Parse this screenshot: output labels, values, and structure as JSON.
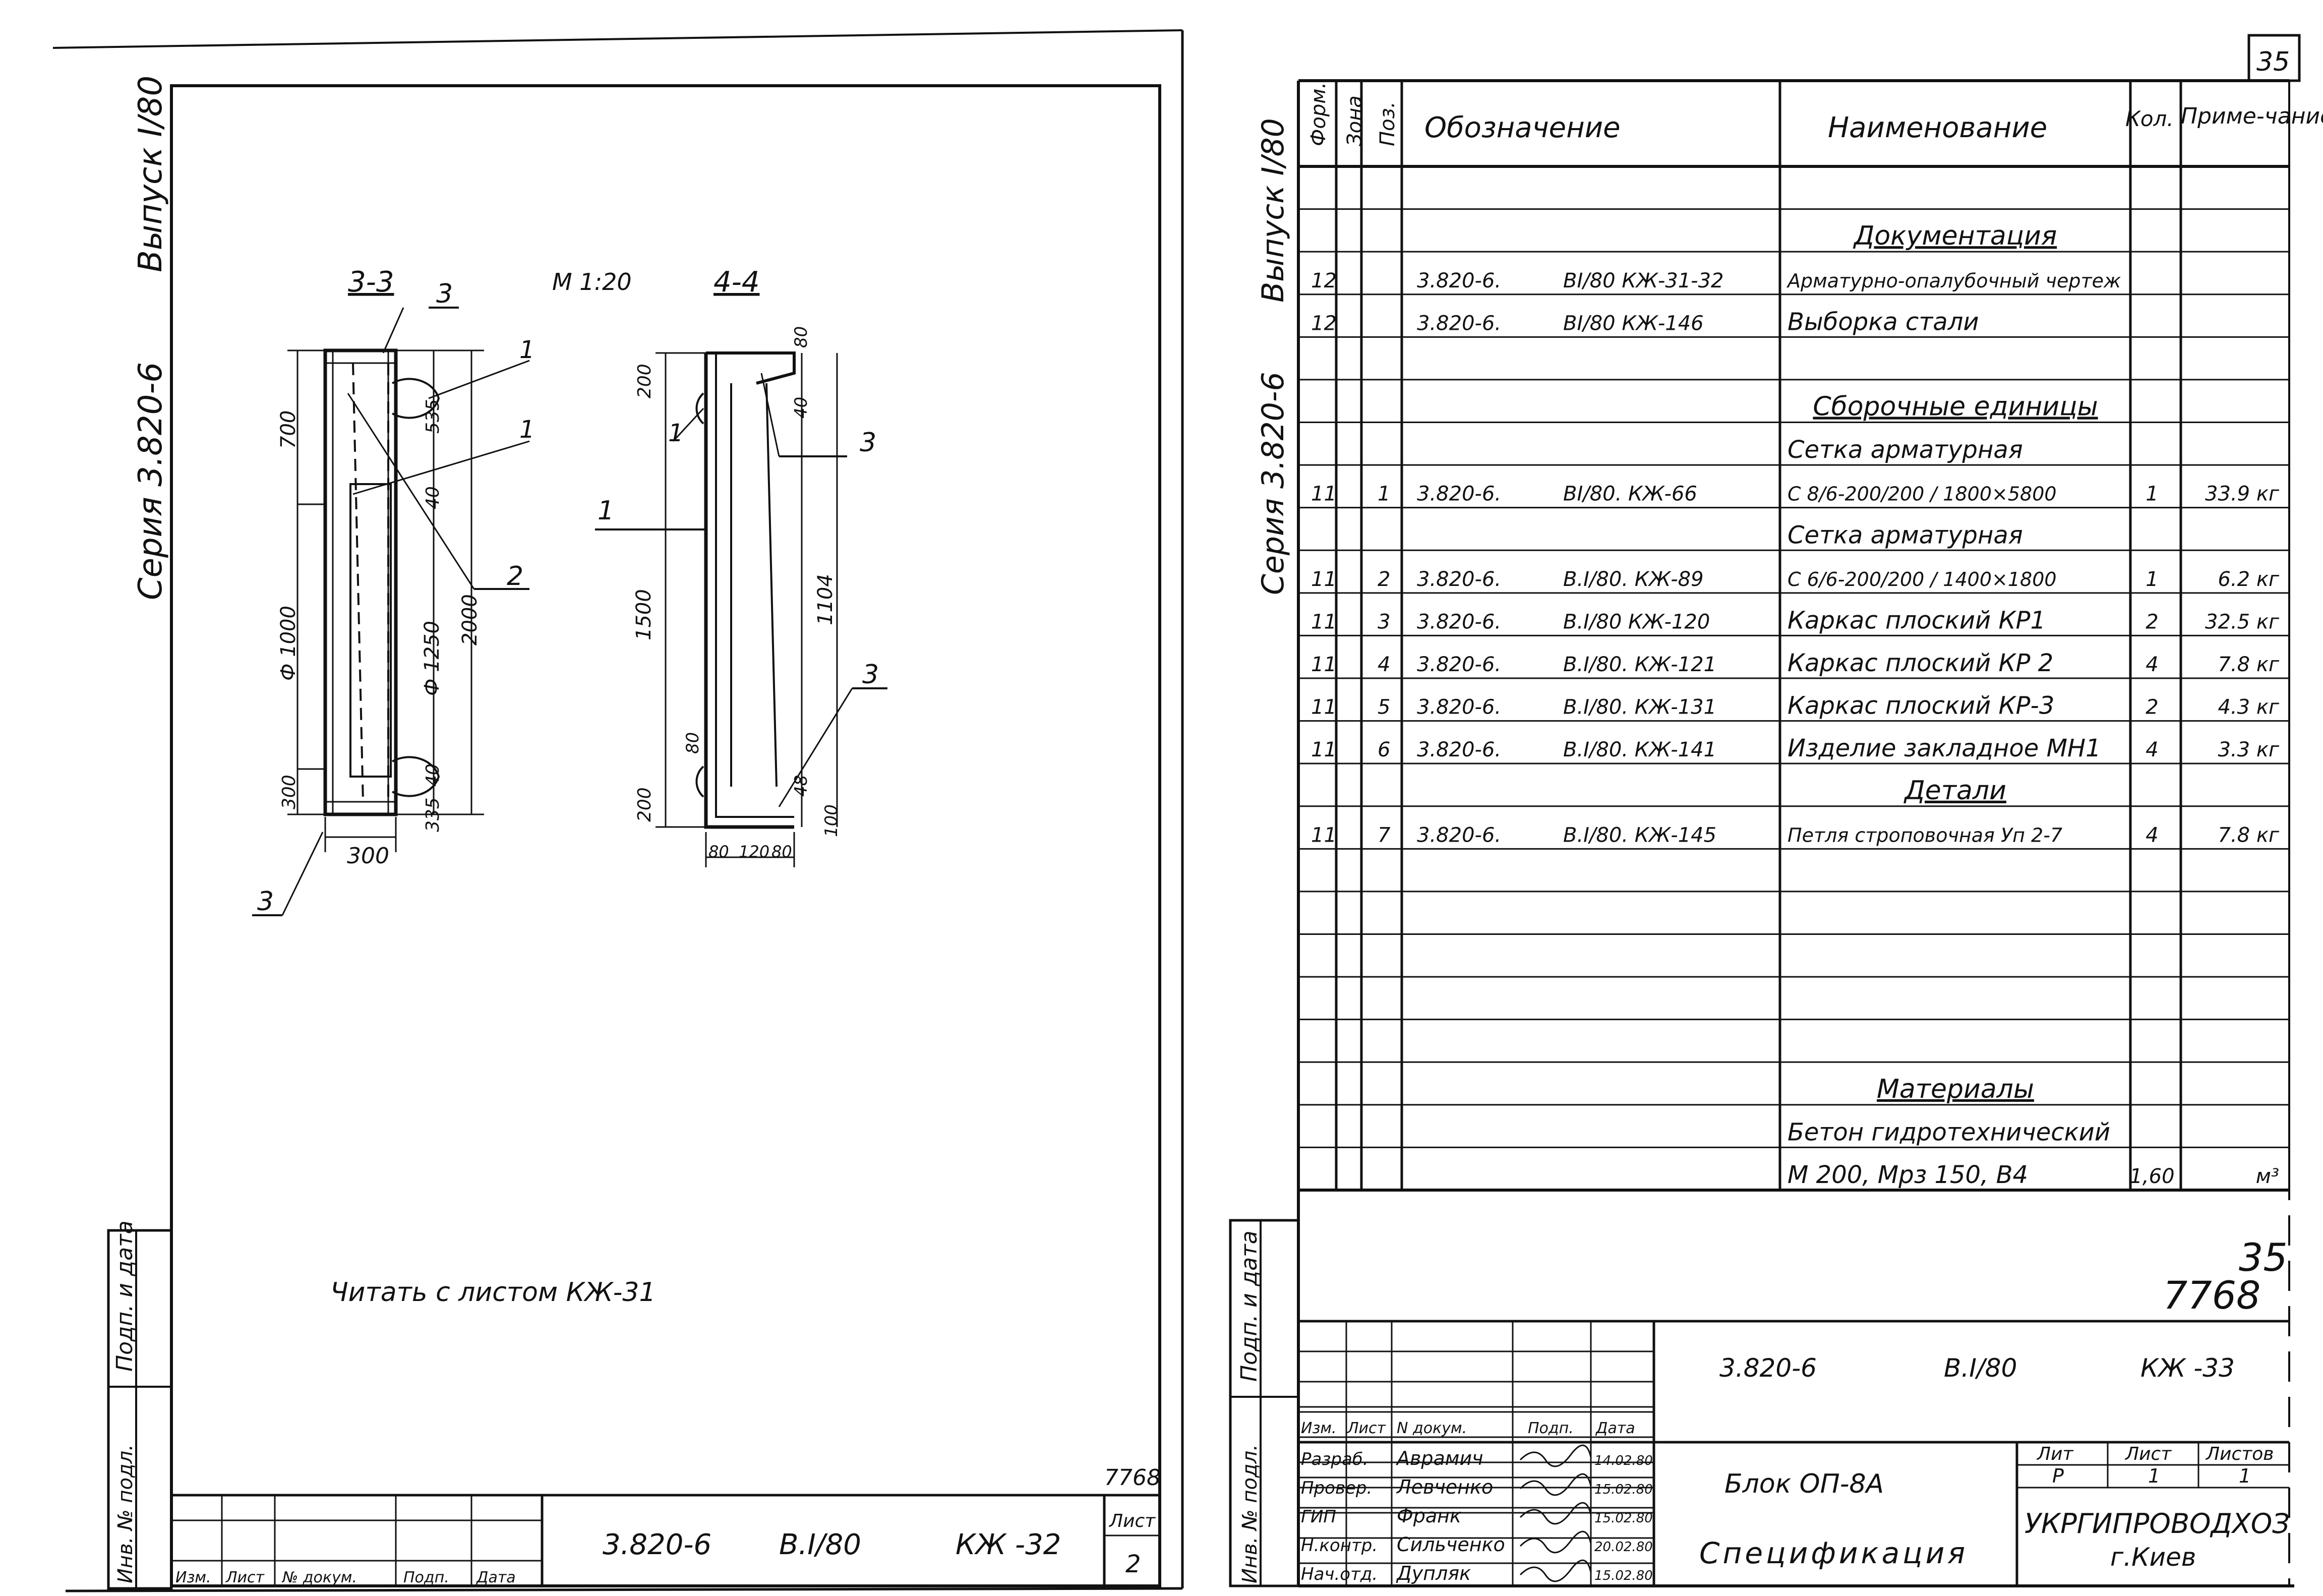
{
  "page_number": "35",
  "left_sheet": {
    "margin_series": "Серия 3.820-6",
    "margin_issue": "Выпуск I/80",
    "section_a": "3-3",
    "section_b": "4-4",
    "scale": "М 1:20",
    "section_a_dims": [
      "700",
      "Ф 1000",
      "300",
      "535",
      "40",
      "Ф 1250",
      "2000",
      "40",
      "335",
      "300"
    ],
    "section_a_callouts": [
      "3",
      "1",
      "1",
      "2",
      "3"
    ],
    "section_b_dims": [
      "200",
      "1500",
      "200",
      "80",
      "40",
      "1104",
      "48",
      "100",
      "80",
      "80",
      "120",
      "80"
    ],
    "section_b_callouts": [
      "1",
      "1",
      "3",
      "3"
    ],
    "note": "Читать с листом КЖ-31",
    "title_block": {
      "designation": "3.820-6",
      "issue": "В.I/80",
      "sheet_code": "КЖ -32",
      "sheet_label": "Лист",
      "sheet_no": "2",
      "number_7768": "7768",
      "header": [
        "Изм.",
        "Лист",
        "№ докум.",
        "Подп.",
        "Дата"
      ]
    },
    "side_stamp": [
      "Инв. № подл.",
      "Подп. и дата"
    ]
  },
  "right_sheet": {
    "margin_series": "Серия 3.820-6",
    "margin_issue": "Выпуск I/80",
    "headers": {
      "form": "Форм.",
      "zone": "Зона",
      "pos": "Поз.",
      "designation": "Обозначение",
      "name": "Наименование",
      "qty": "Кол.",
      "note": "Приме-чание"
    },
    "rows": [
      {
        "form": "",
        "pos": "",
        "code": "",
        "issue": "",
        "name": "",
        "qty": "",
        "note": ""
      },
      {
        "form": "",
        "pos": "",
        "code": "",
        "issue": "",
        "name": "Документация",
        "qty": "",
        "note": "",
        "heading": true
      },
      {
        "form": "12",
        "pos": "",
        "code": "3.820-6.",
        "issue": "ВI/80 КЖ-31-32",
        "name": "Арматурно-опалубочный чертеж",
        "qty": "",
        "note": ""
      },
      {
        "form": "12",
        "pos": "",
        "code": "3.820-6.",
        "issue": "ВI/80 КЖ-146",
        "name": "Выборка стали",
        "qty": "",
        "note": ""
      },
      {
        "form": "",
        "pos": "",
        "code": "",
        "issue": "",
        "name": "",
        "qty": "",
        "note": ""
      },
      {
        "form": "",
        "pos": "",
        "code": "",
        "issue": "",
        "name": "Сборочные единицы",
        "qty": "",
        "note": "",
        "heading": true
      },
      {
        "form": "",
        "pos": "",
        "code": "",
        "issue": "",
        "name": "Сетка арматурная",
        "qty": "",
        "note": ""
      },
      {
        "form": "11",
        "pos": "1",
        "code": "3.820-6.",
        "issue": "ВI/80. КЖ-66",
        "name": "С 8/6-200/200 / 1800×5800",
        "qty": "1",
        "note": "33.9 кг"
      },
      {
        "form": "",
        "pos": "",
        "code": "",
        "issue": "",
        "name": "Сетка арматурная",
        "qty": "",
        "note": ""
      },
      {
        "form": "11",
        "pos": "2",
        "code": "3.820-6.",
        "issue": "В.I/80. КЖ-89",
        "name": "С 6/6-200/200 / 1400×1800",
        "qty": "1",
        "note": "6.2 кг"
      },
      {
        "form": "11",
        "pos": "3",
        "code": "3.820-6.",
        "issue": "В.I/80 КЖ-120",
        "name": "Каркас плоский КР1",
        "qty": "2",
        "note": "32.5 кг"
      },
      {
        "form": "11",
        "pos": "4",
        "code": "3.820-6.",
        "issue": "В.I/80. КЖ-121",
        "name": "Каркас плоский КР 2",
        "qty": "4",
        "note": "7.8 кг"
      },
      {
        "form": "11",
        "pos": "5",
        "code": "3.820-6.",
        "issue": "В.I/80. КЖ-131",
        "name": "Каркас плоский КР-3",
        "qty": "2",
        "note": "4.3 кг"
      },
      {
        "form": "11",
        "pos": "6",
        "code": "3.820-6.",
        "issue": "В.I/80. КЖ-141",
        "name": "Изделие закладное МН1",
        "qty": "4",
        "note": "3.3 кг"
      },
      {
        "form": "",
        "pos": "",
        "code": "",
        "issue": "",
        "name": "Детали",
        "qty": "",
        "note": "",
        "heading": true
      },
      {
        "form": "11",
        "pos": "7",
        "code": "3.820-6.",
        "issue": "В.I/80. КЖ-145",
        "name": "Петля строповочная Уп 2-7",
        "qty": "4",
        "note": "7.8 кг"
      },
      {
        "form": "",
        "pos": "",
        "code": "",
        "issue": "",
        "name": "",
        "qty": "",
        "note": ""
      },
      {
        "form": "",
        "pos": "",
        "code": "",
        "issue": "",
        "name": "",
        "qty": "",
        "note": ""
      },
      {
        "form": "",
        "pos": "",
        "code": "",
        "issue": "",
        "name": "",
        "qty": "",
        "note": ""
      },
      {
        "form": "",
        "pos": "",
        "code": "",
        "issue": "",
        "name": "",
        "qty": "",
        "note": ""
      },
      {
        "form": "",
        "pos": "",
        "code": "",
        "issue": "",
        "name": "",
        "qty": "",
        "note": ""
      },
      {
        "form": "",
        "pos": "",
        "code": "",
        "issue": "",
        "name": "Материалы",
        "qty": "",
        "note": "",
        "heading": true
      },
      {
        "form": "",
        "pos": "",
        "code": "",
        "issue": "",
        "name": "Бетон гидротехнический",
        "qty": "",
        "note": ""
      },
      {
        "form": "",
        "pos": "",
        "code": "",
        "issue": "",
        "name": "М 200, Мрз 150, В4",
        "qty": "1,60",
        "note": "м³"
      }
    ],
    "big_numbers": [
      "35",
      "7768"
    ],
    "title_block": {
      "designation": "3.820-6",
      "issue": "В.I/80",
      "sheet_code": "КЖ -33",
      "object": "Блок ОП-8А",
      "doc_title": "Спецификация",
      "org": "УКРГИПРОВОДХОЗ",
      "city": "г.Киев",
      "stage_header": [
        "Лит",
        "Лист",
        "Листов"
      ],
      "stage_values": [
        "Р",
        "1",
        "1"
      ],
      "header": [
        "Изм.",
        "Лист",
        "N докум.",
        "Подп.",
        "Дата"
      ],
      "people": [
        {
          "role": "Разраб.",
          "name": "Аврамич",
          "date": "14.02.80"
        },
        {
          "role": "Провер.",
          "name": "Левченко",
          "date": "15.02.80"
        },
        {
          "role": "ГИП",
          "name": "Франк",
          "date": "15.02.80"
        },
        {
          "role": "Н.контр.",
          "name": "Сильченко",
          "date": "20.02.80"
        },
        {
          "role": "Нач.отд.",
          "name": "Дупляк",
          "date": "15.02.80"
        }
      ]
    },
    "side_stamp": [
      "Инв. № подл.",
      "Подп. и дата"
    ]
  }
}
